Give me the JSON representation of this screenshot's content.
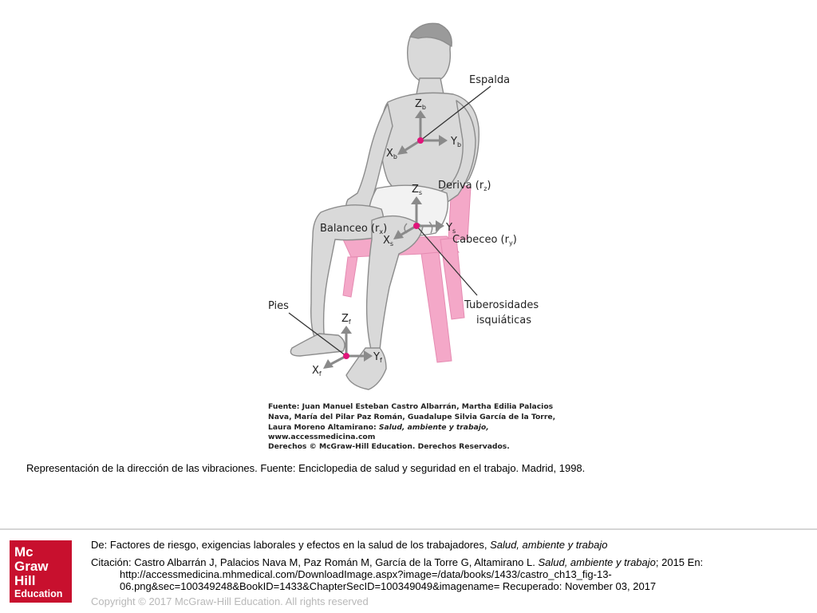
{
  "figure": {
    "labels": {
      "espalda": "Espalda",
      "deriva": "Deriva (r",
      "deriva_sub": "z",
      "balanceo": "Balanceo (r",
      "balanceo_sub": "x",
      "cabeceo": "Cabeceo (r",
      "cabeceo_sub": "y",
      "pies": "Pies",
      "tuberosidades_line1": "Tuberosidades",
      "tuberosidades_line2": "isquiáticas",
      "close_paren": ")"
    },
    "axes": {
      "back": {
        "z": "Z",
        "y": "Y",
        "x": "X",
        "sub": "b"
      },
      "seat": {
        "z": "Z",
        "y": "Y",
        "x": "X",
        "sub": "s"
      },
      "feet": {
        "z": "Z",
        "y": "Y",
        "x": "X",
        "sub": "f"
      }
    },
    "source_lines": [
      "Fuente: Juan Manuel Esteban Castro Albarrán, Martha Edilia Palacios",
      "Nava, María del Pilar Paz Román, Guadalupe Silvia García de la Torre,",
      "Laura Moreno Altamirano:",
      "www.accessmedicina.com",
      "Derechos © McGraw-Hill Education. Derechos Reservados."
    ],
    "source_italic": "Salud, ambiente y trabajo,",
    "colors": {
      "chair": "#f4a8c8",
      "marker": "#e0157a",
      "body": "#d9d9d9",
      "outline": "#8c8c8c"
    }
  },
  "caption": "Representación de la dirección de las vibraciones. Fuente: Enciclopedia de salud y seguridad en el trabajo. Madrid, 1998.",
  "footer": {
    "logo": {
      "line1": "Mc",
      "line2": "Graw",
      "line3": "Hill",
      "line4": "Education"
    },
    "from_prefix": "De: Factores de riesgo, exigencias laborales y efectos en la salud de los trabajadores, ",
    "from_book": "Salud, ambiente y trabajo",
    "citation_prefix": "Citación: Castro Albarrán J, Palacios Nava M, Paz Román M, García de la Torre G, Altamirano L",
    "citation_dot": ". ",
    "citation_book": "Salud, ambiente y trabajo",
    "citation_mid": "; 2015 En:",
    "citation_url_1": "http://accessmedicina.mhmedical.com/DownloadImage.aspx?image=/data/books/1433/castro_ch13_fig-13-",
    "citation_url_2": "06.png&sec=100349248&BookID=1433&ChapterSecID=100349049&imagename= Recuperado: November 03, 2017",
    "copyright": "Copyright © 2017 McGraw-Hill Education. All rights reserved"
  }
}
